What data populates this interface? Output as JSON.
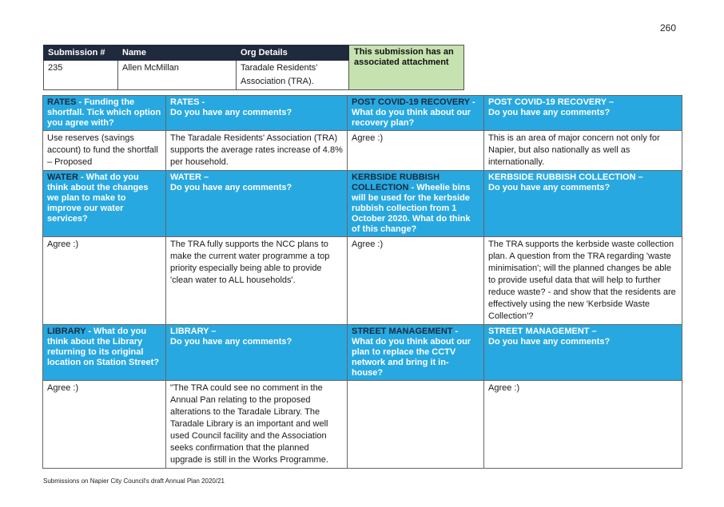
{
  "page_number": "260",
  "submission_header": {
    "columns": [
      "Submission #",
      "Name",
      "Org Details"
    ],
    "submission_no": "235",
    "name": "Allen McMillan",
    "org_line1": "Taradale Residents'",
    "org_line2": "Association (TRA).",
    "attachment_note": "This submission has an associated attachment"
  },
  "sections": [
    {
      "cells": [
        {
          "topic": "RATES",
          "question": " - Funding the shortfall. Tick which option you agree with?",
          "answer": "Use reserves (savings account) to fund the shortfall – Proposed"
        },
        {
          "topic": "RATES - ",
          "question": "Do you have any comments?",
          "answer": "The Taradale Residents' Association (TRA) supports the average rates increase of 4.8% per household."
        },
        {
          "topic": "POST COVID-19 RECOVERY",
          "question": " - What do you think about our recovery plan?",
          "answer": "Agree :)"
        },
        {
          "topic": "POST COVID-19 RECOVERY – ",
          "question": "Do you have any comments?",
          "answer": "This is an area of major concern not only for Napier, but also nationally as well as internationally."
        }
      ]
    },
    {
      "cells": [
        {
          "topic": "WATER",
          "question": " - What do you think about the changes we plan to make to improve our water services?",
          "answer": "Agree :)"
        },
        {
          "topic": "WATER – ",
          "question": "Do you have any comments?",
          "answer": "The TRA fully supports the NCC plans to make the current water programme a top priority especially being able to provide 'clean water to ALL households'."
        },
        {
          "topic": "KERBSIDE RUBBISH COLLECTION",
          "question": " - Wheelie bins will be used for the kerbside rubbish collection from 1 October 2020. What do think of this change?",
          "answer": "Agree :)"
        },
        {
          "topic": "KERBSIDE RUBBISH COLLECTION – ",
          "question": "Do you have any comments?",
          "answer": "The TRA supports the kerbside waste collection plan. A question from the TRA regarding 'waste minimisation'; will the planned changes be able to provide useful data that will help to further reduce waste? - and show that the residents are effectively using the new 'Kerbside Waste Collection'?"
        }
      ]
    },
    {
      "cells": [
        {
          "topic": "LIBRARY",
          "question": " - What do you think about the Library returning to its original location on Station Street?",
          "answer": "Agree :)"
        },
        {
          "topic": "LIBRARY – ",
          "question": "Do you have any comments?",
          "answer": "\"The TRA could see no comment in the Annual Pan relating to the proposed alterations to the Taradale Library. The Taradale Library is an important and well used Council facility and the Association seeks confirmation that the planned upgrade is still in the Works Programme."
        },
        {
          "topic": "STREET MANAGEMENT",
          "question": " - What do you think about our plan to replace the CCTV network and bring it in-house?",
          "answer": ""
        },
        {
          "topic": "STREET MANAGEMENT – ",
          "question": "Do you have any comments?",
          "answer": "Agree :)"
        }
      ]
    }
  ],
  "footer": "Submissions on Napier City Council's draft Annual Plan 2020/21"
}
